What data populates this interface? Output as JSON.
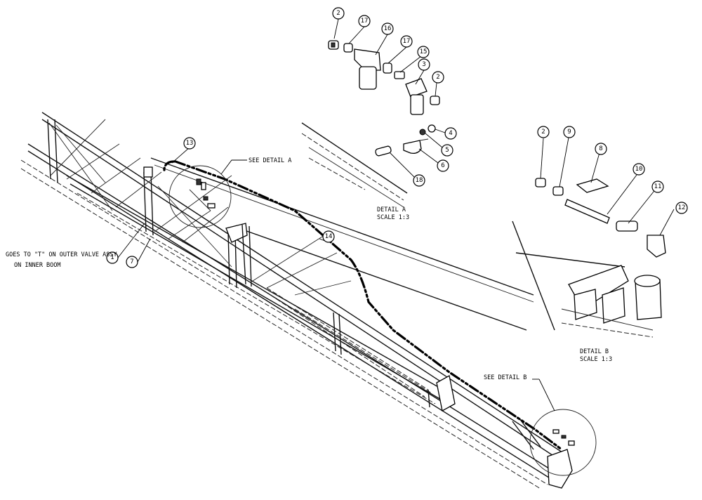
{
  "callouts": [
    {
      "id": "c2a",
      "label": "2"
    },
    {
      "id": "c17a",
      "label": "17"
    },
    {
      "id": "c16",
      "label": "16"
    },
    {
      "id": "c17b",
      "label": "17"
    },
    {
      "id": "c15",
      "label": "15"
    },
    {
      "id": "c3",
      "label": "3"
    },
    {
      "id": "c2b",
      "label": "2"
    },
    {
      "id": "c4",
      "label": "4"
    },
    {
      "id": "c5",
      "label": "5"
    },
    {
      "id": "c6",
      "label": "6"
    },
    {
      "id": "c18",
      "label": "18"
    },
    {
      "id": "c2c",
      "label": "2"
    },
    {
      "id": "c9",
      "label": "9"
    },
    {
      "id": "c8",
      "label": "8"
    },
    {
      "id": "c10",
      "label": "10"
    },
    {
      "id": "c11",
      "label": "11"
    },
    {
      "id": "c12",
      "label": "12"
    },
    {
      "id": "c13",
      "label": "13"
    },
    {
      "id": "c14",
      "label": "14"
    },
    {
      "id": "c1",
      "label": "1"
    },
    {
      "id": "c7",
      "label": "7"
    }
  ],
  "notes": {
    "see_detail_a": "SEE DETAIL  A",
    "see_detail_b": "SEE DETAIL  B",
    "detail_a_title": "DETAIL  A",
    "detail_a_scale": "SCALE  1:3",
    "detail_b_title": "DETAIL  B",
    "detail_b_scale": "SCALE  1:3",
    "goes_to_line1": "GOES TO \"T\" ON OUTER VALVE ASSY",
    "goes_to_line2": "ON INNER BOOM"
  }
}
